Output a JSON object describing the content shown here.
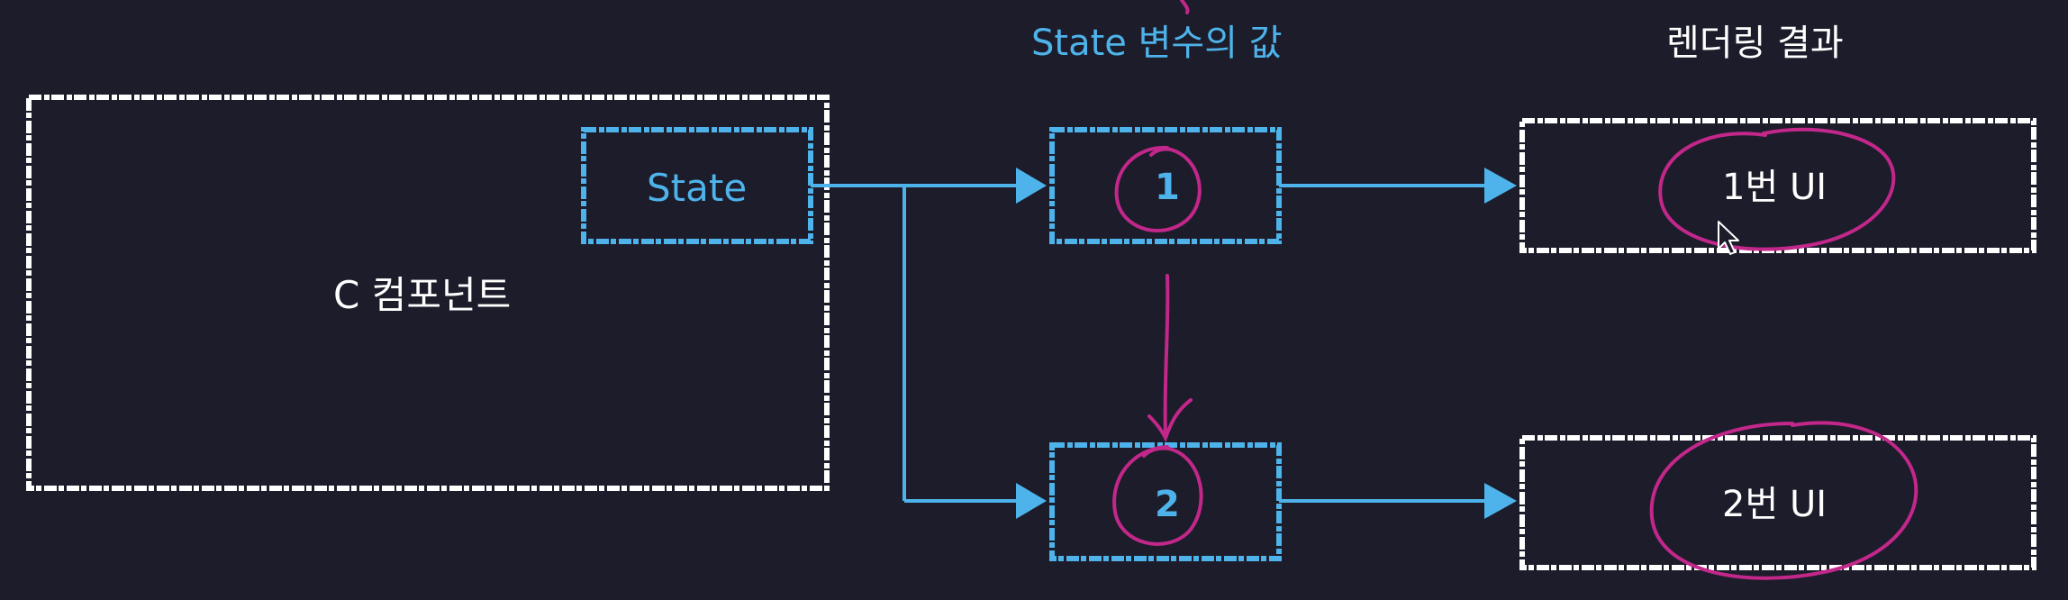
{
  "diagram": {
    "headings": {
      "state_value": "State 변수의 값",
      "render_result": "렌더링 결과"
    },
    "component": {
      "label": "C 컴포넌트",
      "state_label": "State"
    },
    "state_values": [
      "1",
      "2"
    ],
    "ui_results": [
      "1번 UI",
      "2번 UI"
    ]
  },
  "colors": {
    "background": "#1c1c2a",
    "box_outline": "#ffffff",
    "state_blue": "#4eb3ea",
    "annotation_magenta": "#c2278a"
  },
  "icons": {
    "cursor": "mouse-pointer-icon"
  }
}
